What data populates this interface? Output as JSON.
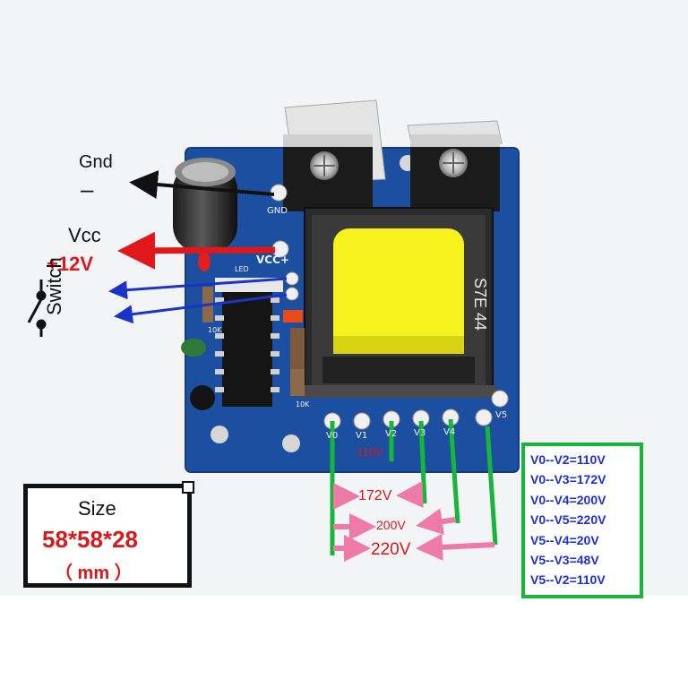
{
  "board": {
    "gnd_label": "Gnd",
    "gnd_symbol": "–",
    "vcc_label": "Vcc",
    "vcc_voltage": "+12V",
    "switch_label": "Switch",
    "transformer_marking": "S7E 44",
    "pins": {
      "gnd": "GND",
      "vcc": "VCC+",
      "led": "LED",
      "r10k_a": "10K",
      "r10k_b": "10K",
      "v0": "V0",
      "v1": "V1",
      "v2": "V2",
      "v3": "V3",
      "v4": "V4",
      "v5": "V5"
    }
  },
  "outputs": {
    "v110": "110V",
    "v172": "172V",
    "v200": "200V",
    "v220": "220V"
  },
  "size": {
    "title": "Size",
    "value": "58*58*28",
    "unit": "（ mm ）"
  },
  "voltage_table": [
    "V0--V2=110V",
    "V0--V3=172V",
    "V0--V4=200V",
    "V0--V5=220V",
    "V5--V4=20V",
    "V5--V3=48V",
    "V5--V2=110V"
  ],
  "colors": {
    "pcb": "#1d4fa0",
    "transformer_core": "#f5f21e",
    "heatsink": "#d9d9d9",
    "gnd_arrow": "#111111",
    "vcc_arrow": "#e0171b",
    "switch_arrow": "#1c33c8",
    "output_wire": "#17b53a",
    "output_arrow": "#ee7aa8",
    "table_text": "#1f2fd0",
    "size_value": "#d7191c"
  }
}
